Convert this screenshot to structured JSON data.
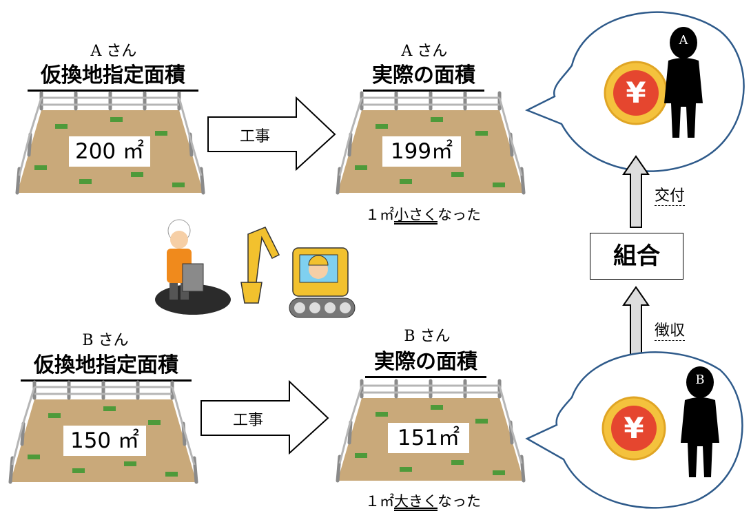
{
  "top": {
    "left": {
      "person": "A さん",
      "heading": "仮換地指定面積",
      "area": "200 ㎡"
    },
    "arrow_label": "工事",
    "right": {
      "person": "A さん",
      "heading": "実際の面積",
      "area": "199㎡",
      "note_prefix": "１㎡",
      "note_emph": "小さく",
      "note_suffix": "なった"
    }
  },
  "bottom": {
    "left": {
      "person": "B さん",
      "heading": "仮換地指定面積",
      "area": "150 ㎡"
    },
    "arrow_label": "工事",
    "right": {
      "person": "B さん",
      "heading": "実際の面積",
      "area": "151㎡",
      "note_prefix": "１㎡",
      "note_emph": "大きく",
      "note_suffix": "なった"
    }
  },
  "flow": {
    "union": "組合",
    "up_label_top": "交付",
    "up_label_bottom": "徴収",
    "bubble_a": {
      "coin": "¥",
      "person_letter": "A"
    },
    "bubble_b": {
      "coin": "¥",
      "person_letter": "B"
    }
  },
  "colors": {
    "soil": "#c9a97a",
    "grass": "#4e9a3a",
    "coin_outer": "#f4c23d",
    "coin_inner": "#e5462f",
    "fence": "#8a8a8a"
  }
}
